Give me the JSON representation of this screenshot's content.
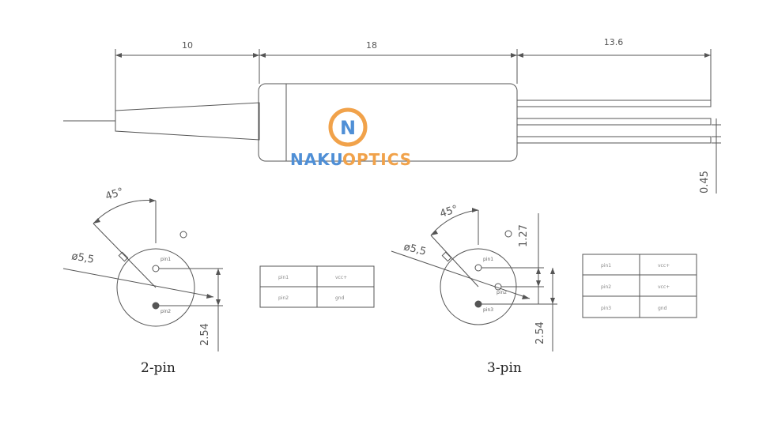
{
  "dimensions": {
    "taper_length": "10",
    "body_length": "18",
    "pin_length": "13.6",
    "pin_diameter": "0.45",
    "pin_pitch_small": "1.27",
    "pin_pitch": "2.54",
    "angle": "45°",
    "body_diameter": "ø5,5"
  },
  "logo": {
    "letter": "N",
    "text_part1": "NAKU",
    "text_part2": "OPTICS",
    "color_blue": "#4f8fd6",
    "color_orange": "#f1a24a"
  },
  "two_pin": {
    "caption": "2-pin",
    "pins": [
      "pin1",
      "pin2"
    ],
    "table": [
      [
        "pin1",
        "vcc+"
      ],
      [
        "pin2",
        "gnd"
      ]
    ]
  },
  "three_pin": {
    "caption": "3-pin",
    "pins": [
      "pin1",
      "pin2",
      "pin3"
    ],
    "table": [
      [
        "pin1",
        "vcc+"
      ],
      [
        "pin2",
        "vcc+"
      ],
      [
        "pin3",
        "gnd"
      ]
    ]
  }
}
